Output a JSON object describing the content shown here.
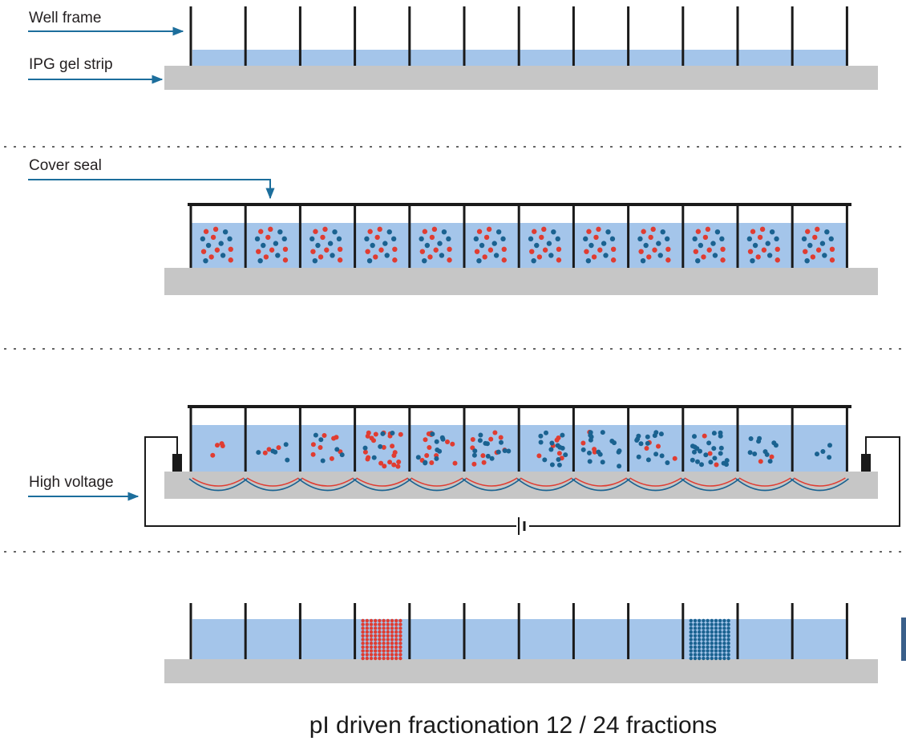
{
  "labels": {
    "well_frame": "Well frame",
    "ipg_gel_strip": "IPG gel strip",
    "cover_seal": "Cover seal",
    "high_voltage": "High voltage"
  },
  "caption": "pI driven fractionation 12 / 24 fractions",
  "stages": [
    {
      "name": "well-frame-placement",
      "wells": 12
    },
    {
      "name": "sample-loading",
      "wells": 12
    },
    {
      "name": "electrophoresis",
      "wells": 12
    },
    {
      "name": "fraction-collection",
      "wells": 12,
      "collected_wells": [
        4,
        10
      ]
    }
  ],
  "colors": {
    "buffer": "#a4c5ea",
    "strip": "#c6c6c6",
    "wall": "#1a1a1a",
    "arrow": "#1c6e9c",
    "red_protein": "#e03c31",
    "blue_protein": "#1a6290",
    "divider": "#666666"
  }
}
